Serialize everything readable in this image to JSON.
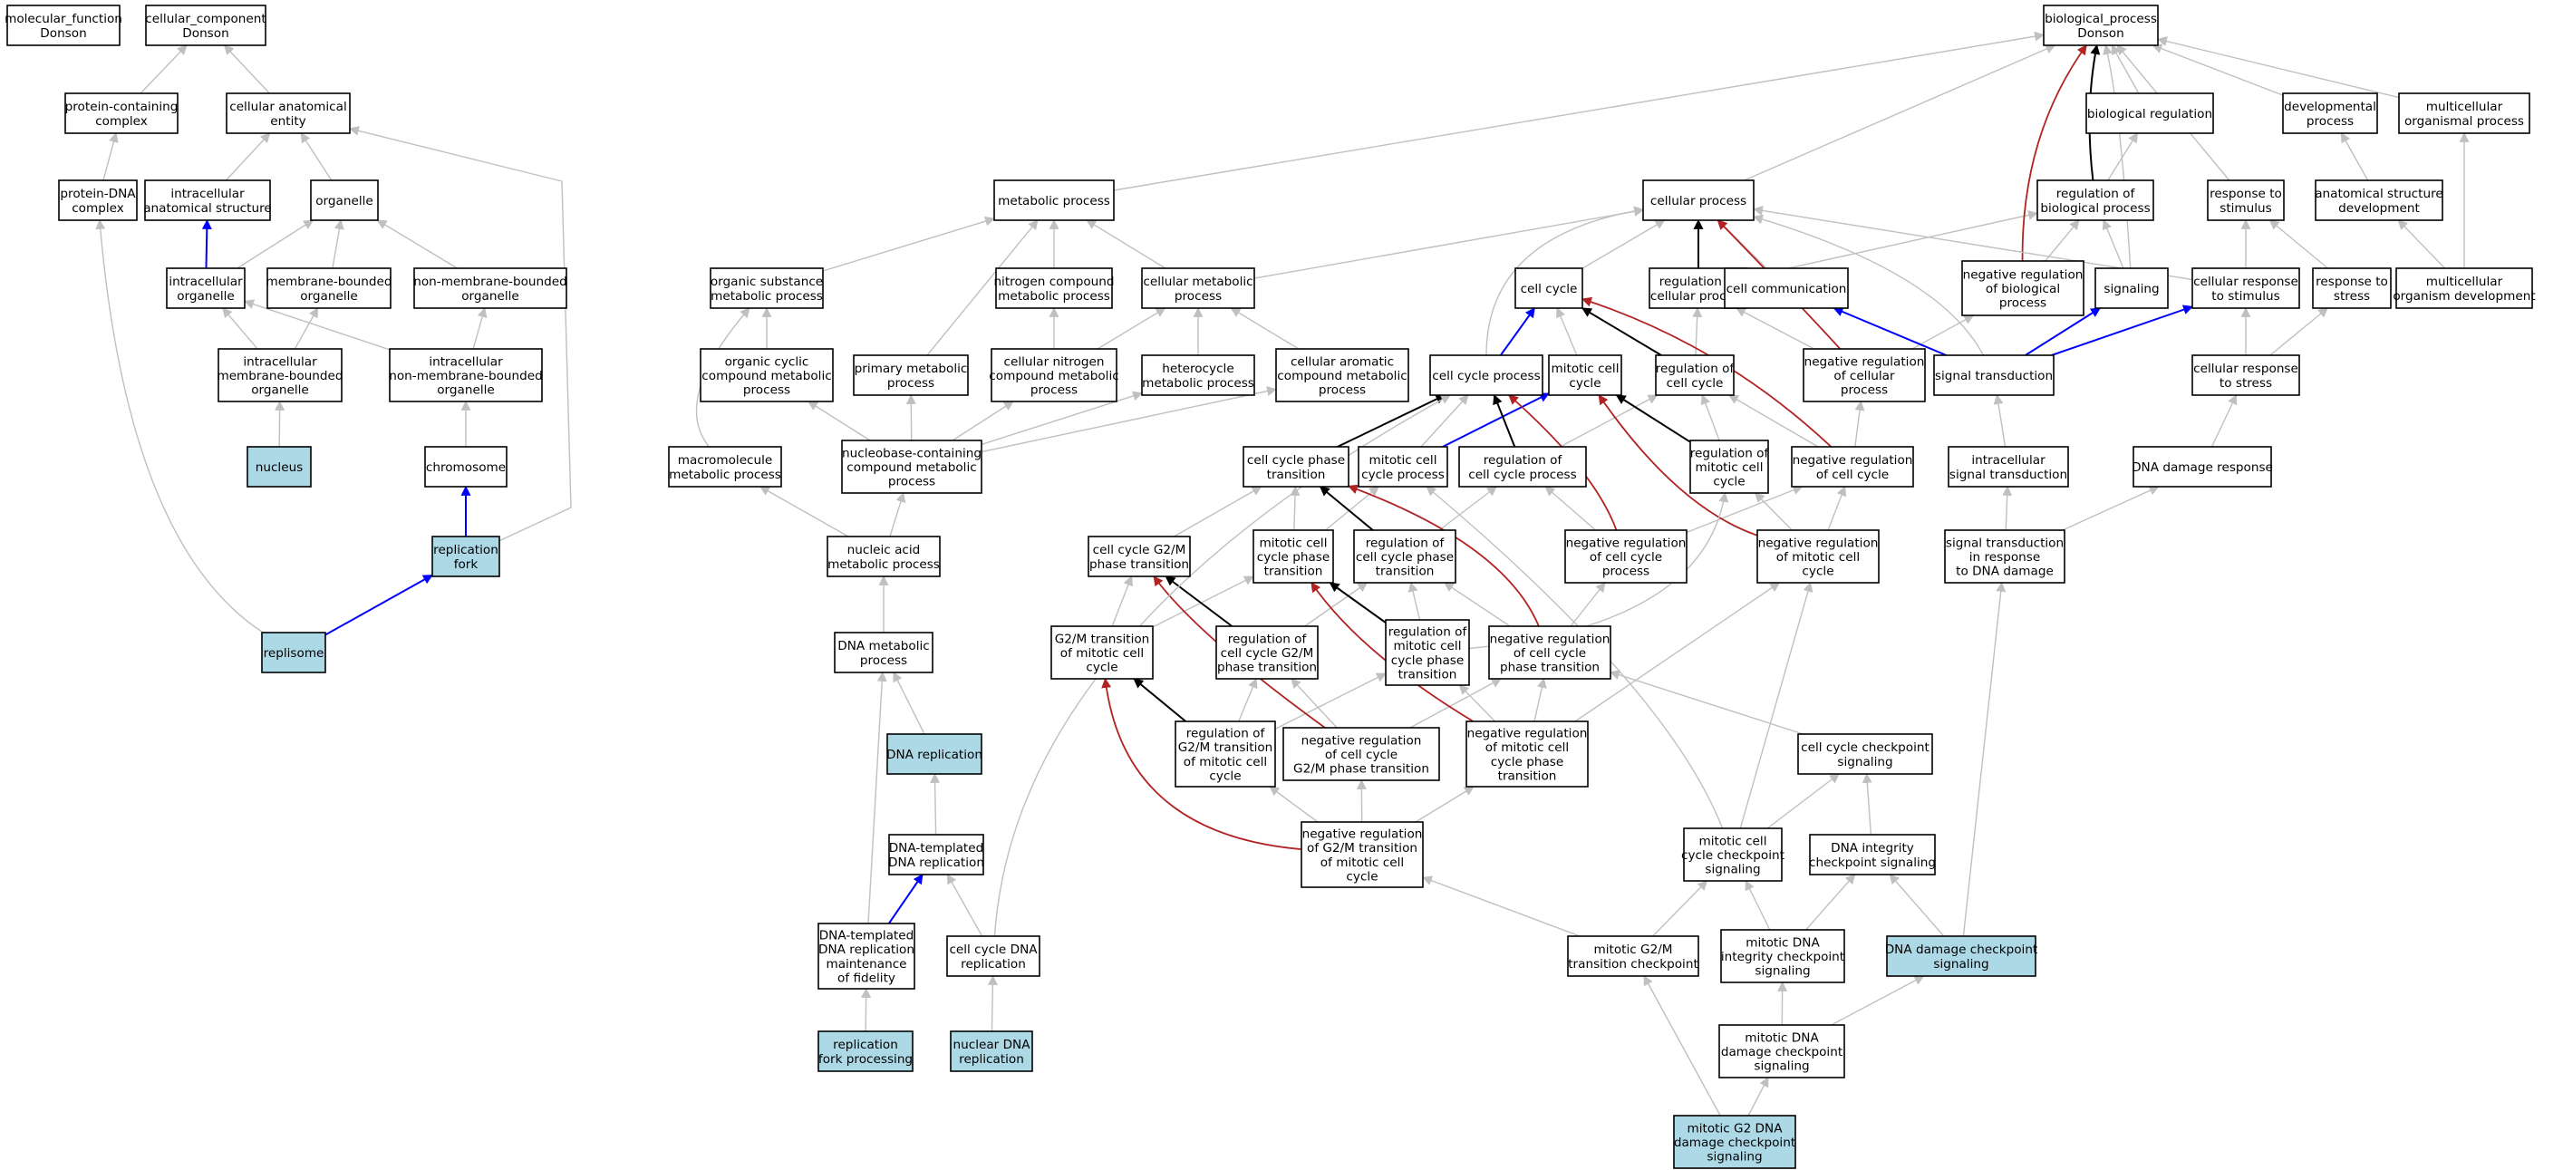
{
  "colors": {
    "node_fill": "#ffffff",
    "highlight_fill": "#add8e6",
    "is_a": "#c0c0c0",
    "part_of": "#0000ff",
    "regulates": "#000000",
    "negatively_regulates": "#b22222"
  },
  "nodes": [
    {
      "id": "molecular_function",
      "lines": [
        "molecular_function",
        "Donson"
      ]
    },
    {
      "id": "cellular_component",
      "lines": [
        "cellular_component",
        "Donson"
      ]
    },
    {
      "id": "biological_process",
      "lines": [
        "biological_process",
        "Donson"
      ]
    },
    {
      "id": "protein_containing_complex",
      "lines": [
        "protein-containing",
        "complex"
      ]
    },
    {
      "id": "cellular_anatomical_entity",
      "lines": [
        "cellular anatomical",
        "entity"
      ]
    },
    {
      "id": "biological_regulation",
      "lines": [
        "biological regulation"
      ]
    },
    {
      "id": "developmental_process",
      "lines": [
        "developmental",
        "process"
      ]
    },
    {
      "id": "multicellular_organismal_process",
      "lines": [
        "multicellular",
        "organismal process"
      ]
    },
    {
      "id": "protein_dna_complex",
      "lines": [
        "protein-DNA",
        "complex"
      ]
    },
    {
      "id": "intracellular_anatomical_structure",
      "lines": [
        "intracellular",
        "anatomical structure"
      ]
    },
    {
      "id": "organelle",
      "lines": [
        "organelle"
      ]
    },
    {
      "id": "metabolic_process",
      "lines": [
        "metabolic process"
      ]
    },
    {
      "id": "cellular_process",
      "lines": [
        "cellular process"
      ]
    },
    {
      "id": "regulation_of_biological_process",
      "lines": [
        "regulation of",
        "biological process"
      ]
    },
    {
      "id": "response_to_stimulus",
      "lines": [
        "response to",
        "stimulus"
      ]
    },
    {
      "id": "anatomical_structure_development",
      "lines": [
        "anatomical structure",
        "development"
      ]
    },
    {
      "id": "intracellular_organelle",
      "lines": [
        "intracellular",
        "organelle"
      ]
    },
    {
      "id": "membrane_bounded_organelle",
      "lines": [
        "membrane-bounded",
        "organelle"
      ]
    },
    {
      "id": "non_membrane_bounded_organelle",
      "lines": [
        "non-membrane-bounded",
        "organelle"
      ]
    },
    {
      "id": "organic_substance_metabolic_process",
      "lines": [
        "organic substance",
        "metabolic process"
      ]
    },
    {
      "id": "nitrogen_compound_metabolic_process",
      "lines": [
        "nitrogen compound",
        "metabolic process"
      ]
    },
    {
      "id": "cellular_metabolic_process",
      "lines": [
        "cellular metabolic",
        "process"
      ]
    },
    {
      "id": "cell_cycle",
      "lines": [
        "cell cycle"
      ]
    },
    {
      "id": "regulation_of_cellular_process",
      "lines": [
        "regulation of",
        "cellular process"
      ]
    },
    {
      "id": "cell_communication",
      "lines": [
        "cell communication"
      ]
    },
    {
      "id": "negative_regulation_of_biological_process",
      "lines": [
        "negative regulation",
        "of biological",
        "process"
      ]
    },
    {
      "id": "signaling",
      "lines": [
        "signaling"
      ]
    },
    {
      "id": "cellular_response_to_stimulus",
      "lines": [
        "cellular response",
        "to stimulus"
      ]
    },
    {
      "id": "response_to_stress",
      "lines": [
        "response to",
        "stress"
      ]
    },
    {
      "id": "multicellular_organism_development",
      "lines": [
        "multicellular",
        "organism development"
      ]
    },
    {
      "id": "intracellular_membrane_bounded_organelle",
      "lines": [
        "intracellular",
        "membrane-bounded",
        "organelle"
      ]
    },
    {
      "id": "intracellular_non_membrane_bounded_organelle",
      "lines": [
        "intracellular",
        "non-membrane-bounded",
        "organelle"
      ]
    },
    {
      "id": "organic_cyclic_compound_metabolic_process",
      "lines": [
        "organic cyclic",
        "compound metabolic",
        "process"
      ]
    },
    {
      "id": "primary_metabolic_process",
      "lines": [
        "primary metabolic",
        "process"
      ]
    },
    {
      "id": "cellular_nitrogen_compound_metabolic_process",
      "lines": [
        "cellular nitrogen",
        "compound metabolic",
        "process"
      ]
    },
    {
      "id": "heterocycle_metabolic_process",
      "lines": [
        "heterocycle",
        "metabolic process"
      ]
    },
    {
      "id": "cellular_aromatic_compound_metabolic_process",
      "lines": [
        "cellular aromatic",
        "compound metabolic",
        "process"
      ]
    },
    {
      "id": "cell_cycle_process",
      "lines": [
        "cell cycle process"
      ]
    },
    {
      "id": "mitotic_cell_cycle",
      "lines": [
        "mitotic cell",
        "cycle"
      ]
    },
    {
      "id": "regulation_of_cell_cycle",
      "lines": [
        "regulation of",
        "cell cycle"
      ]
    },
    {
      "id": "negative_regulation_of_cellular_process",
      "lines": [
        "negative regulation",
        "of cellular",
        "process"
      ]
    },
    {
      "id": "signal_transduction",
      "lines": [
        "signal transduction"
      ]
    },
    {
      "id": "cellular_response_to_stress",
      "lines": [
        "cellular response",
        "to stress"
      ]
    },
    {
      "id": "nucleus",
      "lines": [
        "nucleus"
      ],
      "highlight": true
    },
    {
      "id": "macromolecule_metabolic_process",
      "lines": [
        "macromolecule",
        "metabolic process"
      ]
    },
    {
      "id": "nucleobase_containing_compound_metabolic_process",
      "lines": [
        "nucleobase-containing",
        "compound metabolic",
        "process"
      ]
    },
    {
      "id": "cell_cycle_phase_transition",
      "lines": [
        "cell cycle phase",
        "transition"
      ]
    },
    {
      "id": "mitotic_cell_cycle_process",
      "lines": [
        "mitotic cell",
        "cycle process"
      ]
    },
    {
      "id": "regulation_of_cell_cycle_process",
      "lines": [
        "regulation of",
        "cell cycle process"
      ]
    },
    {
      "id": "regulation_of_mitotic_cell_cycle",
      "lines": [
        "regulation of",
        "mitotic cell",
        "cycle"
      ]
    },
    {
      "id": "negative_regulation_of_cell_cycle",
      "lines": [
        "negative regulation",
        "of cell cycle"
      ]
    },
    {
      "id": "intracellular_signal_transduction",
      "lines": [
        "intracellular",
        "signal transduction"
      ]
    },
    {
      "id": "dna_damage_response",
      "lines": [
        "DNA damage response"
      ]
    },
    {
      "id": "chromosome",
      "lines": [
        "chromosome"
      ]
    },
    {
      "id": "replication_fork",
      "lines": [
        "replication",
        "fork"
      ],
      "highlight": true
    },
    {
      "id": "nucleic_acid_metabolic_process",
      "lines": [
        "nucleic acid",
        "metabolic process"
      ]
    },
    {
      "id": "cell_cycle_g2m_phase_transition",
      "lines": [
        "cell cycle G2/M",
        "phase transition"
      ]
    },
    {
      "id": "mitotic_cell_cycle_phase_transition",
      "lines": [
        "mitotic cell",
        "cycle phase",
        "transition"
      ]
    },
    {
      "id": "regulation_of_cell_cycle_phase_transition",
      "lines": [
        "regulation of",
        "cell cycle phase",
        "transition"
      ]
    },
    {
      "id": "negative_regulation_of_cell_cycle_process",
      "lines": [
        "negative regulation",
        "of cell cycle",
        "process"
      ]
    },
    {
      "id": "negative_regulation_of_mitotic_cell_cycle",
      "lines": [
        "negative regulation",
        "of mitotic cell",
        "cycle"
      ]
    },
    {
      "id": "signal_transduction_in_response_to_dna_damage",
      "lines": [
        "signal transduction",
        "in response",
        "to DNA damage"
      ]
    },
    {
      "id": "replisome",
      "lines": [
        "replisome"
      ],
      "highlight": true
    },
    {
      "id": "dna_metabolic_process",
      "lines": [
        "DNA metabolic",
        "process"
      ]
    },
    {
      "id": "g2m_transition_of_mitotic_cell_cycle",
      "lines": [
        "G2/M transition",
        "of mitotic cell",
        "cycle"
      ]
    },
    {
      "id": "regulation_of_cell_cycle_g2m_phase_transition",
      "lines": [
        "regulation of",
        "cell cycle G2/M",
        "phase transition"
      ]
    },
    {
      "id": "regulation_of_mitotic_cell_cycle_phase_transition",
      "lines": [
        "regulation of",
        "mitotic cell",
        "cycle phase",
        "transition"
      ]
    },
    {
      "id": "negative_regulation_of_cell_cycle_phase_transition",
      "lines": [
        "negative regulation",
        "of cell cycle",
        "phase transition"
      ]
    },
    {
      "id": "dna_replication",
      "lines": [
        "DNA replication"
      ],
      "highlight": true
    },
    {
      "id": "regulation_of_g2m_transition_of_mitotic_cell_cycle",
      "lines": [
        "regulation of",
        "G2/M transition",
        "of mitotic cell",
        "cycle"
      ]
    },
    {
      "id": "negative_regulation_of_cell_cycle_g2m_phase_transition",
      "lines": [
        "negative regulation",
        "of cell cycle",
        "G2/M phase transition"
      ]
    },
    {
      "id": "negative_regulation_of_mitotic_cell_cycle_phase_transition",
      "lines": [
        "negative regulation",
        "of mitotic cell",
        "cycle phase",
        "transition"
      ]
    },
    {
      "id": "cell_cycle_checkpoint_signaling",
      "lines": [
        "cell cycle checkpoint",
        "signaling"
      ]
    },
    {
      "id": "dna_templated_dna_replication",
      "lines": [
        "DNA-templated",
        "DNA replication"
      ]
    },
    {
      "id": "negative_regulation_of_g2m_transition_of_mitotic_cell_cycle",
      "lines": [
        "negative regulation",
        "of G2/M transition",
        "of mitotic cell",
        "cycle"
      ]
    },
    {
      "id": "mitotic_cell_cycle_checkpoint_signaling",
      "lines": [
        "mitotic cell",
        "cycle checkpoint",
        "signaling"
      ]
    },
    {
      "id": "dna_integrity_checkpoint_signaling",
      "lines": [
        "DNA integrity",
        "checkpoint signaling"
      ]
    },
    {
      "id": "dna_templated_dna_replication_maintenance_of_fidelity",
      "lines": [
        "DNA-templated",
        "DNA replication",
        "maintenance",
        "of fidelity"
      ]
    },
    {
      "id": "cell_cycle_dna_replication",
      "lines": [
        "cell cycle DNA",
        "replication"
      ]
    },
    {
      "id": "mitotic_g2m_transition_checkpoint",
      "lines": [
        "mitotic G2/M",
        "transition checkpoint"
      ]
    },
    {
      "id": "mitotic_dna_integrity_checkpoint_signaling",
      "lines": [
        "mitotic DNA",
        "integrity checkpoint",
        "signaling"
      ]
    },
    {
      "id": "dna_damage_checkpoint_signaling",
      "lines": [
        "DNA damage checkpoint",
        "signaling"
      ],
      "highlight": true
    },
    {
      "id": "replication_fork_processing",
      "lines": [
        "replication",
        "fork processing"
      ],
      "highlight": true
    },
    {
      "id": "nuclear_dna_replication",
      "lines": [
        "nuclear DNA",
        "replication"
      ],
      "highlight": true
    },
    {
      "id": "mitotic_dna_damage_checkpoint_signaling",
      "lines": [
        "mitotic DNA",
        "damage checkpoint",
        "signaling"
      ]
    },
    {
      "id": "mitotic_g2_dna_damage_checkpoint_signaling",
      "lines": [
        "mitotic G2 DNA",
        "damage checkpoint",
        "signaling"
      ],
      "highlight": true
    }
  ]
}
